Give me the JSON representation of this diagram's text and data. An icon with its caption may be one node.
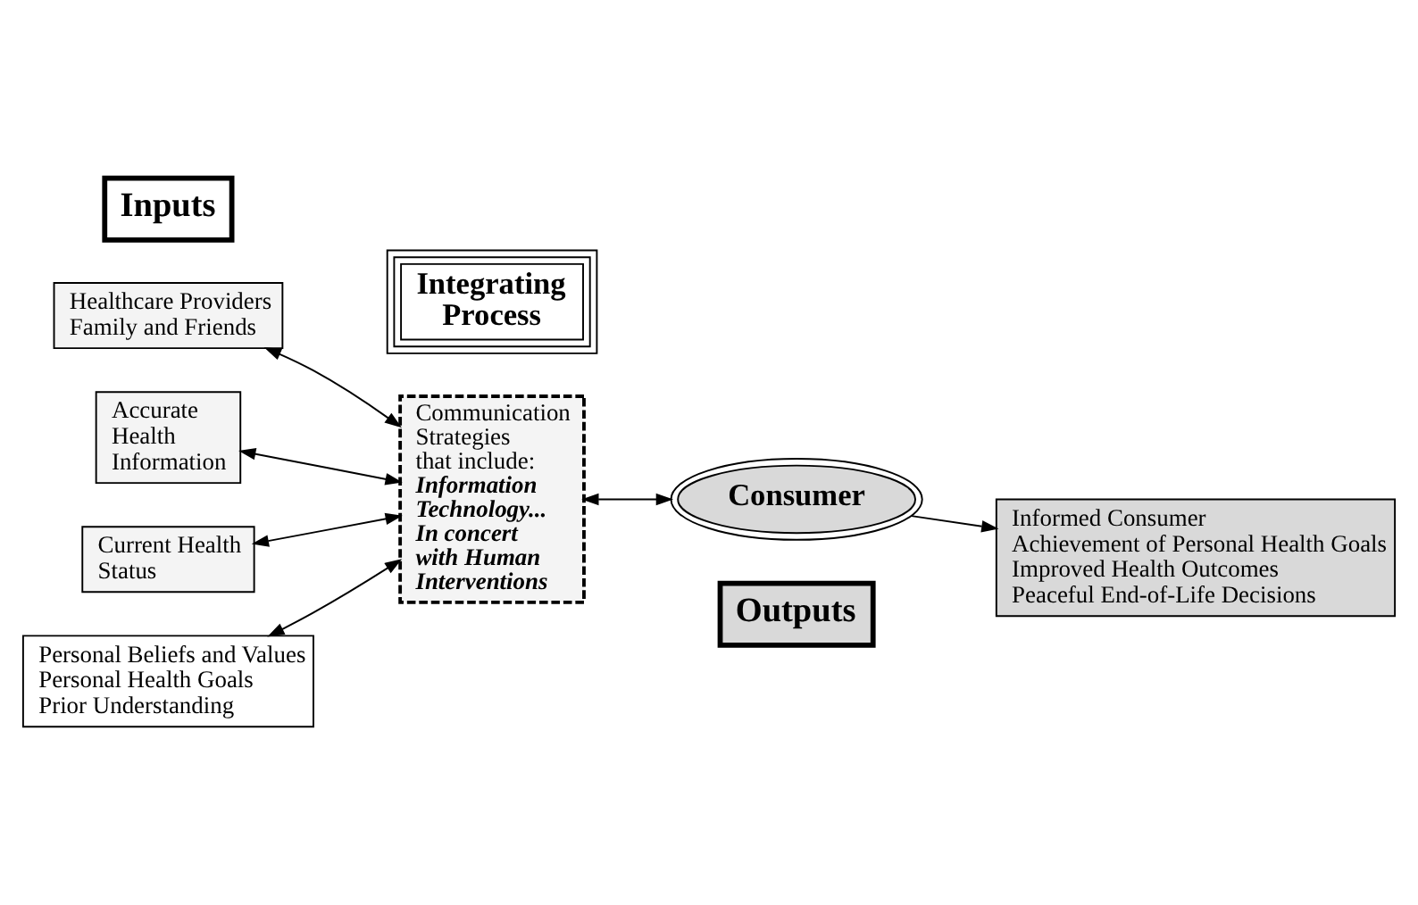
{
  "diagram": {
    "nodes": [
      {
        "text": [
          "Inputs"
        ]
      },
      {
        "text": [
          "Healthcare Providers",
          "Family and Friends"
        ]
      },
      {
        "text": [
          "Integrating Process"
        ]
      },
      {
        "text": [
          "Accurate Health Information"
        ]
      },
      {
        "text": [
          "Communication Strategies that include:",
          "Information Technology... In concert with Human Interventions"
        ]
      },
      {
        "text": [
          "Consumer"
        ]
      },
      {
        "text": [
          "Current Health Status"
        ]
      },
      {
        "text": [
          "Outputs"
        ]
      },
      {
        "text": [
          "Informed Consumer",
          "Achievement of Personal Health Goals",
          "Improved Health Outcomes",
          "Peaceful End-of-Life Decisions"
        ]
      },
      {
        "text": [
          "Personal Beliefs and Values",
          "Personal Health Goals",
          "Prior Understanding"
        ]
      }
    ],
    "edges": [
      {
        "from": 1,
        "to": 4,
        "arrow": "both"
      },
      {
        "from": 3,
        "to": 4,
        "arrow": "both"
      },
      {
        "from": 6,
        "to": 4,
        "arrow": "both"
      },
      {
        "from": 9,
        "to": 4,
        "arrow": "both"
      },
      {
        "from": 4,
        "to": 5,
        "arrow": "both"
      },
      {
        "from": 5,
        "to": 8,
        "arrow": "to"
      }
    ]
  }
}
